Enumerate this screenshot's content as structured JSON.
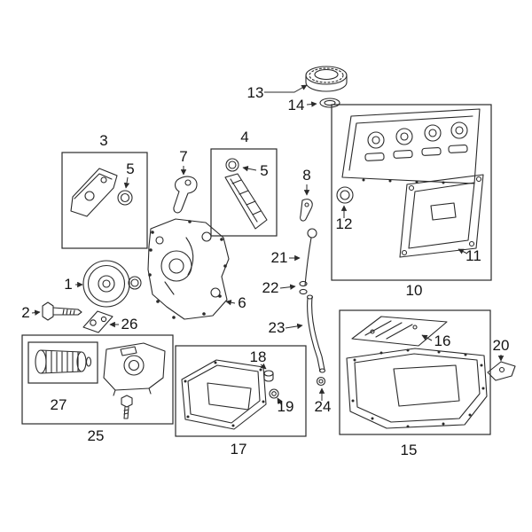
{
  "diagram": {
    "colors": {
      "background": "#ffffff",
      "line": "#2a2a2a",
      "text": "#141414"
    },
    "callouts": [
      {
        "label": "13",
        "part": "oil-filler-cap"
      },
      {
        "label": "14",
        "part": "filler-cap-seal"
      },
      {
        "label": "3",
        "part": "bracket-kit"
      },
      {
        "label": "5",
        "part": "seal"
      },
      {
        "label": "7",
        "part": "bracket"
      },
      {
        "label": "4",
        "part": "chain-guide-kit"
      },
      {
        "label": "5",
        "part": "seal"
      },
      {
        "label": "8",
        "part": "bracket"
      },
      {
        "label": "12",
        "part": "valve-cover-seal"
      },
      {
        "label": "11",
        "part": "valve-cover-gasket"
      },
      {
        "label": "10",
        "part": "valve-cover-kit"
      },
      {
        "label": "1",
        "part": "crankshaft-pulley"
      },
      {
        "label": "2",
        "part": "pulley-bolt"
      },
      {
        "label": "26",
        "part": "plate"
      },
      {
        "label": "6",
        "part": "timing-cover"
      },
      {
        "label": "21",
        "part": "oil-dipstick"
      },
      {
        "label": "22",
        "part": "o-rings"
      },
      {
        "label": "23",
        "part": "dipstick-tube"
      },
      {
        "label": "24",
        "part": "o-ring"
      },
      {
        "label": "16",
        "part": "baffle-plate"
      },
      {
        "label": "20",
        "part": "bracket"
      },
      {
        "label": "27",
        "part": "oil-filter-element"
      },
      {
        "label": "25",
        "part": "oil-filter-housing-kit"
      },
      {
        "label": "18",
        "part": "plug"
      },
      {
        "label": "19",
        "part": "washer"
      },
      {
        "label": "17",
        "part": "oil-pan-kit"
      },
      {
        "label": "15",
        "part": "upper-oil-pan-kit"
      }
    ]
  }
}
